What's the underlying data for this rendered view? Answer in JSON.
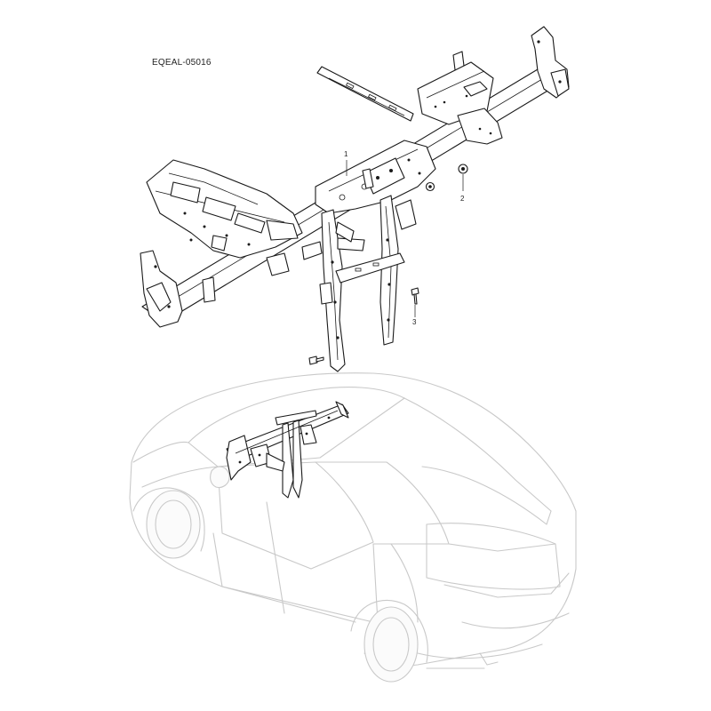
{
  "diagram": {
    "code": "EQEAL-05016",
    "callouts": [
      "1",
      "2",
      "3"
    ]
  }
}
